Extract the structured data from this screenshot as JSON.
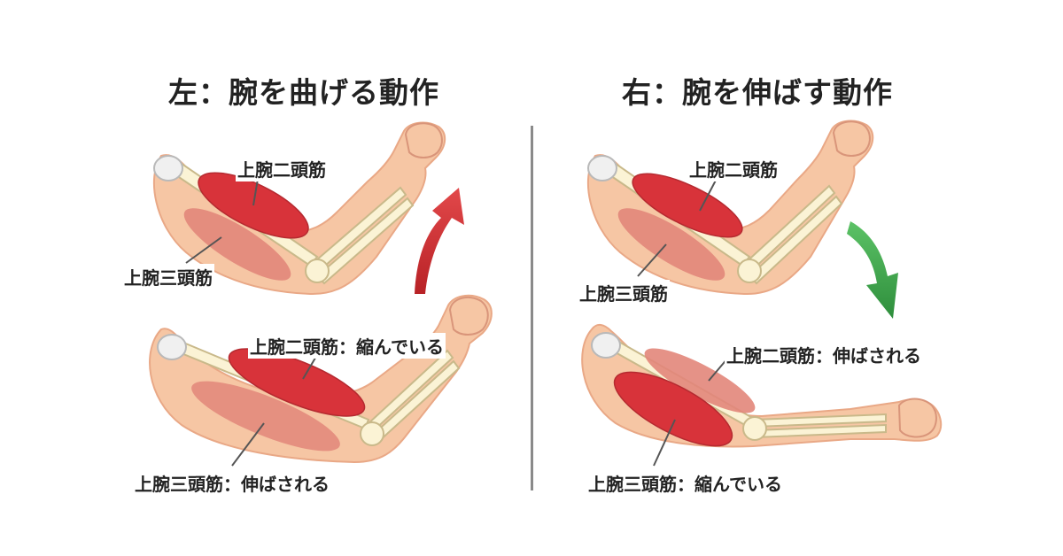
{
  "left_panel": {
    "title": "左：腕を曲げる動作",
    "top_arm": {
      "biceps_label": "上腕二頭筋",
      "triceps_label": "上腕三頭筋"
    },
    "bottom_arm": {
      "biceps_label": "上腕二頭筋：縮んでいる",
      "triceps_label": "上腕三頭筋：伸ばされる"
    },
    "arrow": {
      "direction": "up",
      "color": "#d9383a"
    }
  },
  "right_panel": {
    "title": "右：腕を伸ばす動作",
    "top_arm": {
      "biceps_label": "上腕二頭筋",
      "triceps_label": "上腕三頭筋"
    },
    "bottom_arm": {
      "biceps_label": "上腕二頭筋：伸ばされる",
      "triceps_label": "上腕三頭筋：縮んでいる"
    },
    "arrow": {
      "direction": "down",
      "color": "#3aa04a"
    }
  },
  "colors": {
    "skin": "#f6c6a4",
    "skin_outline": "#e9a886",
    "bone": "#fbf3d5",
    "bone_outline": "#c9b98a",
    "muscle_contracted": "#d8333a",
    "muscle_relaxed": "#e2867a"
  }
}
